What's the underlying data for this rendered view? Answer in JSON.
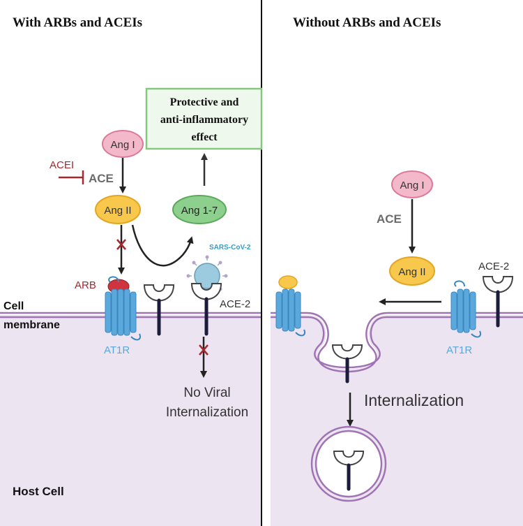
{
  "left_panel": {
    "title": "With ARBs and ACEIs",
    "ang1": "Ang I",
    "ang2": "Ang II",
    "ang17": "Ang 1-7",
    "acei": "ACEI",
    "ace": "ACE",
    "arb": "ARB",
    "sars": "SARS-CoV-2",
    "ace2": "ACE-2",
    "at1r": "AT1R",
    "protective_line1": "Protective and",
    "protective_line2": "anti-inflammatory",
    "protective_line3": "effect",
    "no_viral_line1": "No Viral",
    "no_viral_line2": "Internalization",
    "cell_membrane_line1": "Cell",
    "cell_membrane_line2": "membrane",
    "host_cell": "Host Cell"
  },
  "right_panel": {
    "title": "Without ARBs and ACEIs",
    "ang1": "Ang I",
    "ace": "ACE",
    "ang2": "Ang II",
    "ace2": "ACE-2",
    "at1r": "AT1R",
    "internalization": "Internalization"
  },
  "colors": {
    "cell_fill": "#ece4f0",
    "membrane": "#a074b4",
    "ang1_fill": "#f4b8cb",
    "ang2_fill": "#f7c84c",
    "ang17_fill": "#8dcf8c",
    "receptor_blue": "#5aa8dc",
    "inhibitor_red": "#a5282c",
    "virus": "#9ccbdf",
    "protective_border": "#86c77e"
  }
}
